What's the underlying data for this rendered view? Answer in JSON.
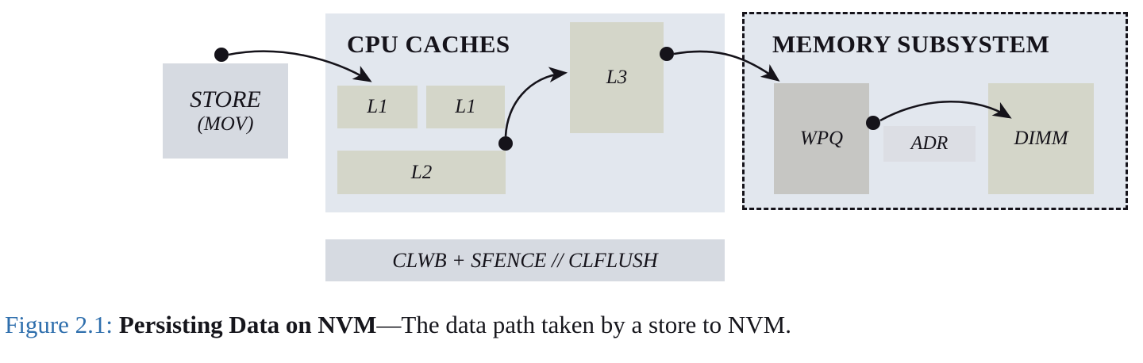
{
  "figure": {
    "caption": {
      "label": "Figure 2.1:",
      "bold_title": "Persisting Data on NVM",
      "rest": "—The data path taken by a store to NVM."
    },
    "colors": {
      "container_fill": "#e2e7ee",
      "cache_fill": "#d4d6c9",
      "wpq_fill": "#c6c6c3",
      "adr_fill": "#dcdee4",
      "store_fill": "#d6dae1",
      "caption_accent": "#2f6fad",
      "stroke": "#15131a"
    },
    "source": {
      "label": "STORE",
      "sublabel": "(MOV)"
    },
    "cpu_caches": {
      "title": "CPU CACHES",
      "boxes": [
        {
          "label": "L1"
        },
        {
          "label": "L1"
        },
        {
          "label": "L2"
        },
        {
          "label": "L3"
        }
      ]
    },
    "memory_subsystem": {
      "title": "MEMORY SUBSYSTEM",
      "boxes": [
        {
          "label": "WPQ"
        },
        {
          "label": "ADR"
        },
        {
          "label": "DIMM"
        }
      ]
    },
    "instruction_bar": {
      "label": "CLWB + SFENCE // CLFLUSH"
    },
    "arrows": [
      {
        "from": "STORE",
        "to": "L1"
      },
      {
        "from": "L2",
        "to": "L3"
      },
      {
        "from": "L3",
        "to": "WPQ"
      },
      {
        "from": "WPQ",
        "to": "DIMM"
      }
    ]
  }
}
